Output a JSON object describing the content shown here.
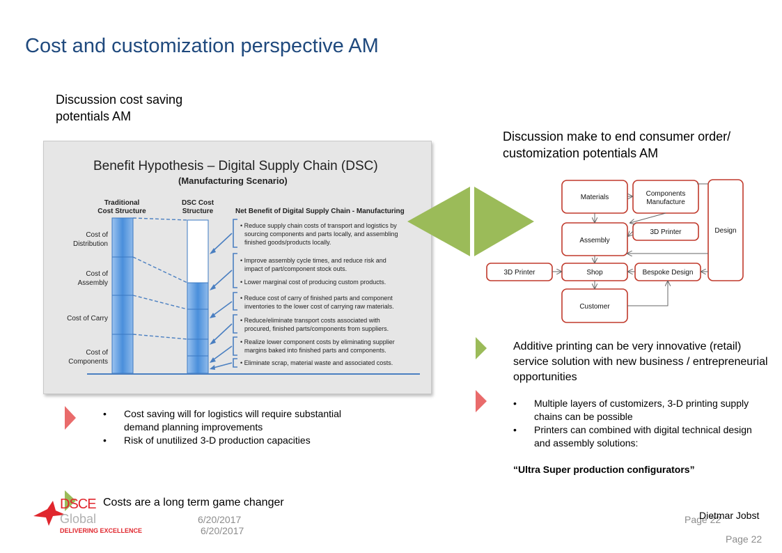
{
  "slide": {
    "title": "Cost and customization perspective AM",
    "left_heading": "Discussion cost saving potentials AM",
    "right_heading": "Discussion make to end consumer order/ customization  potentials AM"
  },
  "dsc_figure": {
    "title": "Benefit Hypothesis – Digital Supply Chain (DSC)",
    "subtitle": "(Manufacturing Scenario)",
    "col_traditional": [
      "Traditional",
      "Cost Structure"
    ],
    "col_dsc": [
      "DSC Cost",
      "Structure"
    ],
    "col_net": "Net Benefit of Digital Supply Chain - Manufacturing",
    "row_labels": [
      [
        "Cost of",
        "Distribution"
      ],
      [
        "Cost of",
        "Assembly"
      ],
      [
        "Cost of Carry"
      ],
      [
        "Cost of",
        "Components"
      ]
    ],
    "benefits": [
      [
        "• Reduce supply chain costs of transport and logistics by",
        "sourcing components and parts locally, and assembling",
        "finished goods/products locally."
      ],
      [
        "• Improve assembly cycle times, and reduce risk and",
        "impact of part/component stock outs."
      ],
      [
        "• Lower marginal cost of producing custom products."
      ],
      [
        "• Reduce cost of carry of finished parts and component",
        "inventories to the lower cost of carrying raw materials."
      ],
      [
        "• Reduce/eliminate transport costs associated with",
        "procured, finished parts/components from suppliers."
      ],
      [
        "• Realize lower component costs by eliminating supplier",
        "margins baked into finished parts and components."
      ],
      [
        "• Eliminate scrap, material waste and associated costs."
      ]
    ]
  },
  "flow": {
    "materials": "Materials",
    "components": "Components Manufacture",
    "design": "Design",
    "printer_top": "3D Printer",
    "assembly": "Assembly",
    "printer_left": "3D Printer",
    "shop": "Shop",
    "bespoke": "Bespoke Design",
    "customer": "Customer"
  },
  "left_bullets": [
    "Cost saving will for logistics will require substantial demand planning improvements",
    "Risk of unutilized  3-D production capacities"
  ],
  "left_conclusion": "Costs are a long term game changer",
  "right_lead": "Additive printing can be very innovative (retail) service solution with new business / entrepreneurial opportunities",
  "right_bullets": [
    "Multiple layers of customizers, 3-D printing supply chains can be possible",
    "Printers can combined with digital technical design and assembly solutions:"
  ],
  "right_quote": "“Ultra Super production configurators”",
  "footer": {
    "logo_main": "DSCE",
    "logo_global": "Global",
    "logo_tagline": "DELIVERING EXCELLENCE",
    "date1": "6/20/2017",
    "date2": "6/20/2017",
    "page_ghost": "Page 22",
    "author": "Dietmar Jobst",
    "page": "Page  22"
  },
  "colors": {
    "title": "#1f497d",
    "bar_blue": "#5b9bd5",
    "arrow_green": "#9bbb59",
    "arrow_pink": "#e96b6b",
    "flow_red": "#c0392b"
  }
}
